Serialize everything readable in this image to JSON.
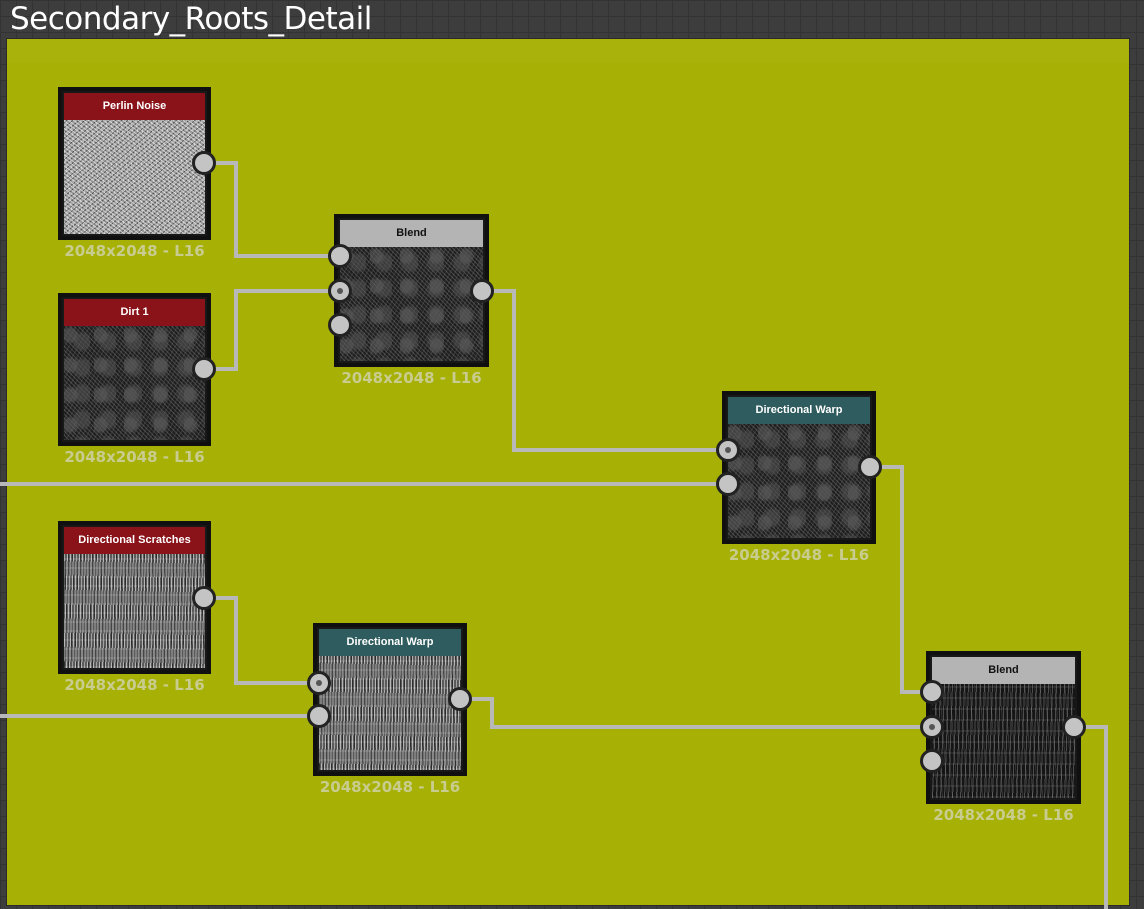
{
  "graph": {
    "frame_title": "Secondary_Roots_Detail",
    "frame_color": "#a6b005",
    "wire_color": "#b8b8b8"
  },
  "nodes": {
    "perlin": {
      "title": "Perlin Noise",
      "caption": "2048x2048 - L16",
      "header_color": "#8a1219"
    },
    "dirt": {
      "title": "Dirt 1",
      "caption": "2048x2048 - L16",
      "header_color": "#8a1219"
    },
    "scratches": {
      "title": "Directional Scratches",
      "caption": "2048x2048 - L16",
      "header_color": "#8a1219"
    },
    "blend1": {
      "title": "Blend",
      "caption": "2048x2048 - L16",
      "header_color": "#b4b4b4"
    },
    "warp1": {
      "title": "Directional Warp",
      "caption": "2048x2048 - L16",
      "header_color": "#2f5c5e"
    },
    "warp2": {
      "title": "Directional Warp",
      "caption": "2048x2048 - L16",
      "header_color": "#2f5c5e"
    },
    "blend2": {
      "title": "Blend",
      "caption": "2048x2048 - L16",
      "header_color": "#b4b4b4"
    }
  }
}
